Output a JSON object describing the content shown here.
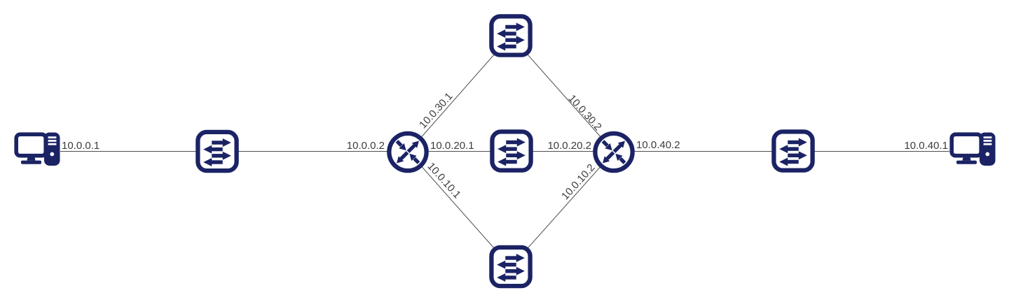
{
  "diagram": {
    "kind": "network-topology",
    "background_color": "#ffffff",
    "icon_color": "#1b2365",
    "link_color": "#4d4d4d",
    "label_color": "#3c3c3c",
    "nodes": {
      "pc_left": {
        "type": "pc",
        "icon": "desktop-computer-icon"
      },
      "switch_left": {
        "type": "switch",
        "icon": "switch-icon"
      },
      "router_left": {
        "type": "router",
        "icon": "router-icon"
      },
      "switch_top": {
        "type": "switch",
        "icon": "switch-icon"
      },
      "switch_middle": {
        "type": "switch",
        "icon": "switch-icon"
      },
      "switch_bottom": {
        "type": "switch",
        "icon": "switch-icon"
      },
      "router_right": {
        "type": "router",
        "icon": "router-icon"
      },
      "switch_right": {
        "type": "switch",
        "icon": "switch-icon"
      },
      "pc_right": {
        "type": "pc",
        "icon": "desktop-computer-icon"
      }
    },
    "ip_labels": {
      "pc_left": "10.0.0.1",
      "router_left_wan": "10.0.0.2",
      "router_left_middle": "10.0.20.1",
      "router_left_top": "10.0.30.1",
      "router_left_bottom": "10.0.10.1",
      "router_right_middle": "10.0.20.2",
      "router_right_top": "10.0.30.2",
      "router_right_bottom": "10.0.10.2",
      "router_right_wan": "10.0.40.2",
      "pc_right": "10.0.40.1"
    },
    "links": [
      {
        "from": "pc_left",
        "to": "switch_left"
      },
      {
        "from": "switch_left",
        "to": "router_left"
      },
      {
        "from": "router_left",
        "to": "switch_top"
      },
      {
        "from": "router_left",
        "to": "switch_middle"
      },
      {
        "from": "router_left",
        "to": "switch_bottom"
      },
      {
        "from": "switch_top",
        "to": "router_right"
      },
      {
        "from": "switch_middle",
        "to": "router_right"
      },
      {
        "from": "switch_bottom",
        "to": "router_right"
      },
      {
        "from": "router_right",
        "to": "switch_right"
      },
      {
        "from": "switch_right",
        "to": "pc_right"
      }
    ]
  }
}
